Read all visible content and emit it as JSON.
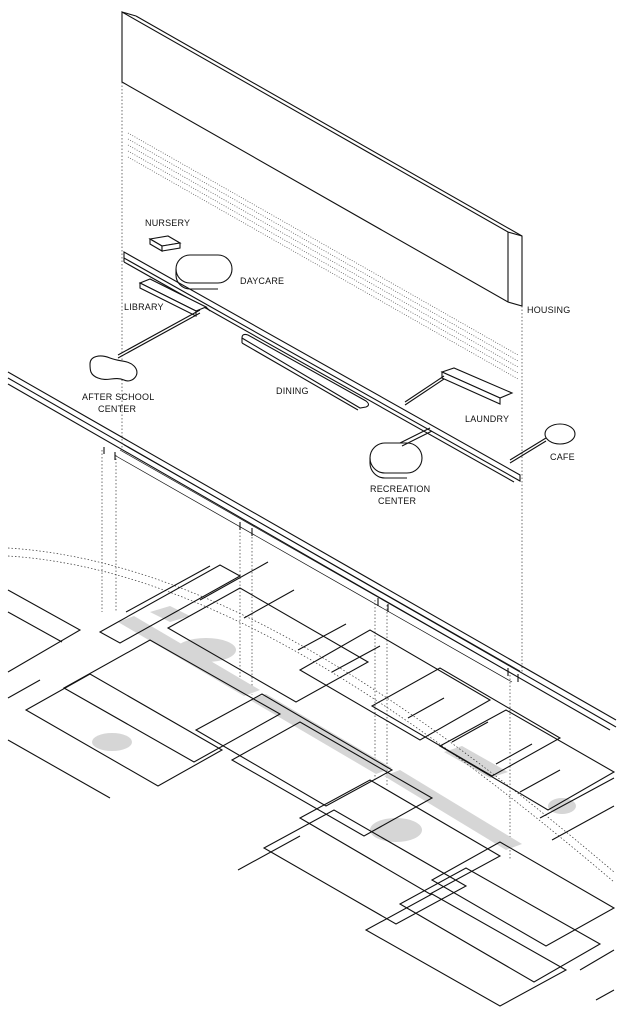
{
  "labels": {
    "nursery": "NURSERY",
    "daycare": "DAYCARE",
    "library": "LIBRARY",
    "after_school_1": "AFTER SCHOOL",
    "after_school_2": "CENTER",
    "dining": "DINING",
    "housing": "HOUSING",
    "laundry": "LAUNDRY",
    "cafe": "CAFE",
    "recreation_1": "RECREATION",
    "recreation_2": "CENTER"
  }
}
